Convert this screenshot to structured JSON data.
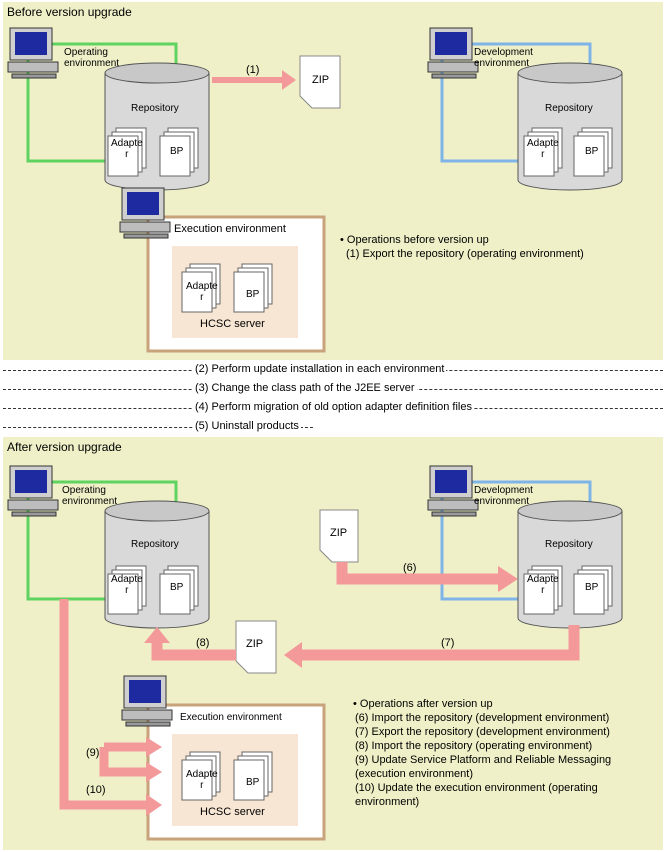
{
  "before": {
    "title": "Before version upgrade",
    "operating_env_label": "Operating\nenvironment",
    "development_env_label": "Development\nenvironment",
    "repository_label": "Repository",
    "adapter_label": "Adapte\nr",
    "bp_label": "BP",
    "zip_label": "ZIP",
    "step_label": "(1)",
    "execution_env_label": "Execution environment",
    "hcsc_label": "HCSC server",
    "notes_title": "• Operations before version up",
    "notes": [
      "(1) Export the repository (operating environment)"
    ]
  },
  "separators": [
    "(2) Perform update installation in each environment",
    "(3) Change the class path of the J2EE server",
    "(4) Perform migration of old option adapter definition files",
    "(5) Uninstall products"
  ],
  "after": {
    "title": "After version upgrade",
    "operating_env_label": "Operating\nenvironment",
    "development_env_label": "Development\nenvironment",
    "repository_label": "Repository",
    "adapter_label": "Adapte\nr",
    "bp_label": "BP",
    "zip_label": "ZIP",
    "step6": "(6)",
    "step7": "(7)",
    "step8": "(8)",
    "step9": "(9)",
    "step10": "(10)",
    "execution_env_label": "Execution environment",
    "hcsc_label": "HCSC server",
    "notes_title": "• Operations after version up",
    "notes": [
      "(6) Import the repository (development environment)",
      "(7) Export the repository (development environment)",
      "(8) Import the repository (operating environment)",
      "(9) Update Service Platform and Reliable Messaging",
      "(execution environment)",
      "(10) Update the execution environment (operating",
      "environment)"
    ]
  },
  "colors": {
    "panel": "#eff0c8",
    "operating_border": "#5fd35f",
    "development_border": "#7fb4e8",
    "execution_border": "#c8a27a",
    "execution_fill": "#f8e6d4",
    "arrow": "#f4999a"
  },
  "icons": [
    "computer-icon",
    "database-icon",
    "document-icon",
    "arrow-icon"
  ]
}
